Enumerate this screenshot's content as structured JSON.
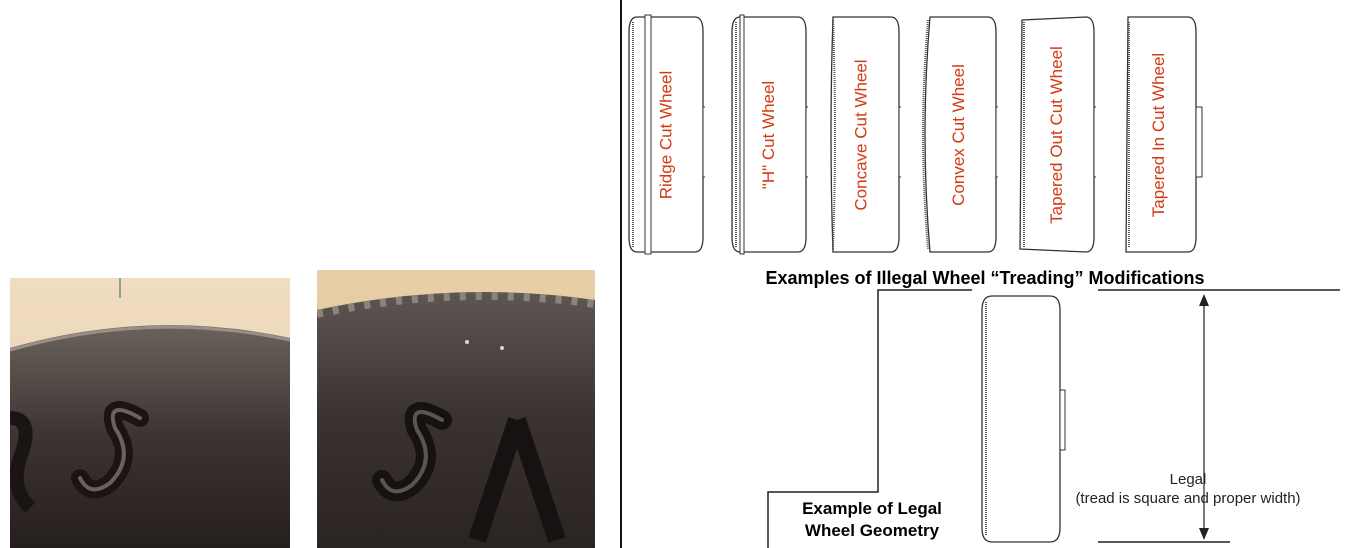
{
  "illegal": {
    "wheels": [
      {
        "label": "Ridge Cut Wheel"
      },
      {
        "label": "\"H\" Cut Wheel"
      },
      {
        "label": "Concave Cut Wheel"
      },
      {
        "label": "Convex Cut Wheel"
      },
      {
        "label": "Tapered Out Cut Wheel"
      },
      {
        "label": "Tapered In Cut Wheel"
      }
    ],
    "caption": "Examples of Illegal Wheel “Treading” Modifications"
  },
  "legal": {
    "title_line1": "Example of Legal",
    "title_line2": "Wheel Geometry",
    "label_line1": "Legal",
    "label_line2": "(tread is square and proper width)"
  },
  "colors": {
    "label_red": "#d23a12",
    "photo_tan": "#e8cfb0",
    "photo_dark": "#3a3030"
  }
}
